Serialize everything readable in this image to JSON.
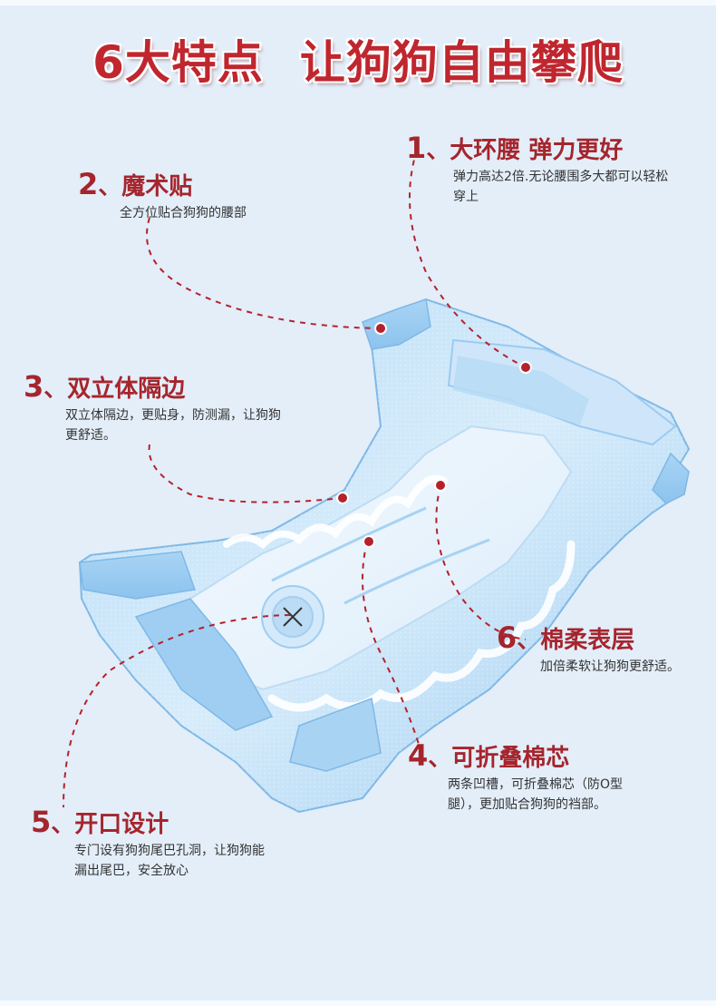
{
  "page": {
    "title_part1": "6大特点",
    "title_part2": "让狗狗自由攀爬"
  },
  "features": [
    {
      "num": "1",
      "sep": "、",
      "title": "大环腰 弹力更好",
      "desc": "弹力高达2倍.无论腰围多大都可以轻松穿上"
    },
    {
      "num": "2",
      "sep": "、",
      "title": "魔术贴",
      "desc": "全方位贴合狗狗的腰部"
    },
    {
      "num": "3",
      "sep": "、",
      "title": "双立体隔边",
      "desc": "双立体隔边，更贴身，防测漏，让狗狗更舒适。"
    },
    {
      "num": "4",
      "sep": "、",
      "title": "可折叠棉芯",
      "desc": "两条凹槽，可折叠棉芯（防O型腿），更加贴合狗狗的裆部。"
    },
    {
      "num": "5",
      "sep": "、",
      "title": "开口设计",
      "desc": "专门设有狗狗尾巴孔洞，让狗狗能漏出尾巴，安全放心"
    },
    {
      "num": "6",
      "sep": "、",
      "title": "棉柔表层",
      "desc": "加倍柔软让狗狗更舒适。"
    }
  ],
  "colors": {
    "accent": "#c0262e",
    "heading": "#a5252d",
    "background": "#e3eef9",
    "diaper_blue": "#8cc6f0"
  }
}
